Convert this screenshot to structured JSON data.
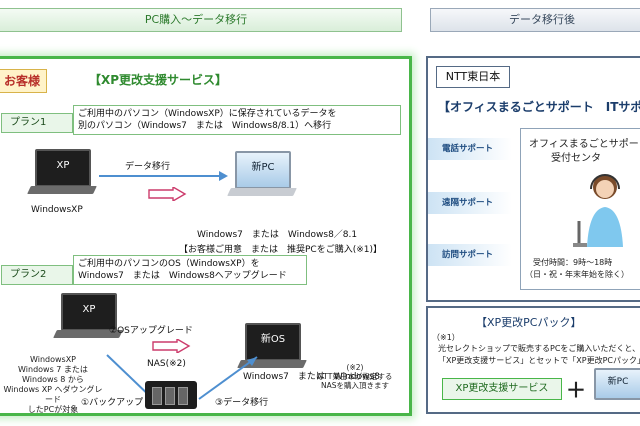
{
  "headers": {
    "left": "PC購入～データ移行",
    "right": "データ移行後"
  },
  "customer": {
    "label": "お客様",
    "service_title": "【XP更改支援サービス】"
  },
  "plan1": {
    "label": "プラン1",
    "desc_line1": "ご利用中のパソコン（WindowsXP）に保存されているデータを",
    "desc_line2": "別のパソコン（Windows7　または　Windows8/8.1）へ移行",
    "old_screen": "XP",
    "old_caption": "WindowsXP",
    "new_screen": "新PC",
    "arrow_label": "データ移行",
    "new_caption": "Windows7　または　Windows8／8.1",
    "note": "【お客様ご用意　または　推奨PCをご購入(※1)】"
  },
  "plan2": {
    "label": "プラン2",
    "desc_line1": "ご利用中のパソコンのOS（WindowsXP）を",
    "desc_line2": "Windows7　または　Windows8へアップグレード",
    "xp_screen": "XP",
    "new_screen": "新OS",
    "upgrade_label": "②OSアップグレード",
    "nas_label": "NAS(※2)",
    "left_note_1": "WindowsXP",
    "left_note_2": "Windows 7 またはWindows 8 から",
    "left_note_3": "Windows XP へダウングレード",
    "left_note_4": "したPCが対象",
    "backup_label": "①バックアップ",
    "migration_label": "③データ移行",
    "new_os_caption": "Windows7　または　Windows8",
    "note2_1": "(※2)",
    "note2_2": "NTT東日本が指定する",
    "note2_3": "NASを購入頂きます"
  },
  "ntt": {
    "label": "NTT東日本",
    "office_title": "【オフィスまるごとサポート　ITサポー",
    "phone_support": "電話サポート",
    "remote_support": "遠隔サポート",
    "visit_support": "訪問サポート",
    "center_title_1": "オフィスまるごとサポー",
    "center_title_2": "受付センタ",
    "hours_1": "受付時間：9時～18時",
    "hours_2": "（日・祝・年末年始を除く）"
  },
  "pcpack": {
    "title": "【XP更改PCパック】",
    "note_mark": "（※1）",
    "note_1": "光セレクトショップで販売するPCをご購入いただくと、",
    "note_2": "「XP更改支援サービス」とセットで「XP更改PCパック」を",
    "service_label": "XP更改支援サービス",
    "plus": "＋",
    "pc_screen": "新PC"
  }
}
